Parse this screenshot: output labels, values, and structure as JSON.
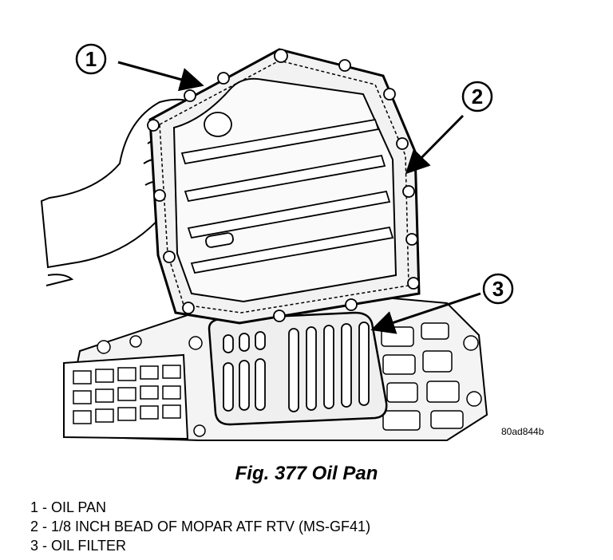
{
  "figure": {
    "id": "80ad844b",
    "caption": "Fig. 377 Oil Pan",
    "callouts": [
      "1",
      "2",
      "3"
    ]
  },
  "legend": [
    "1 - OIL PAN",
    "2 - 1/8 INCH BEAD OF MOPAR ATF RTV (MS-GF41)",
    "3 - OIL FILTER"
  ]
}
